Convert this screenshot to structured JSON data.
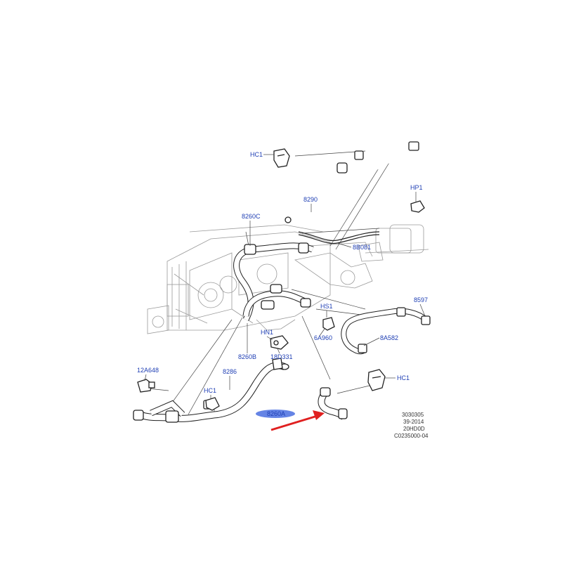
{
  "labels": {
    "hc1_top": "HC1",
    "hp1": "HP1",
    "l8290": "8290",
    "l8260c": "8260C",
    "l8b081": "8B081",
    "l8597": "8597",
    "hs1": "HS1",
    "hn1": "HN1",
    "l6a960": "6A960",
    "l8a582": "8A582",
    "l8260b": "8260B",
    "l18d331": "18D331",
    "l12a648": "12A648",
    "l8286": "8286",
    "hc1_left": "HC1",
    "hc1_right": "HC1",
    "l8260a": "8260A"
  },
  "reference": {
    "line1": "3030305",
    "line2": "39-2014",
    "line3": "20HD0D",
    "line4": "C0235000-04"
  },
  "colors": {
    "label_blue": "#1f3fb4",
    "highlight": "#4a6fe0",
    "arrow": "#e02020"
  }
}
